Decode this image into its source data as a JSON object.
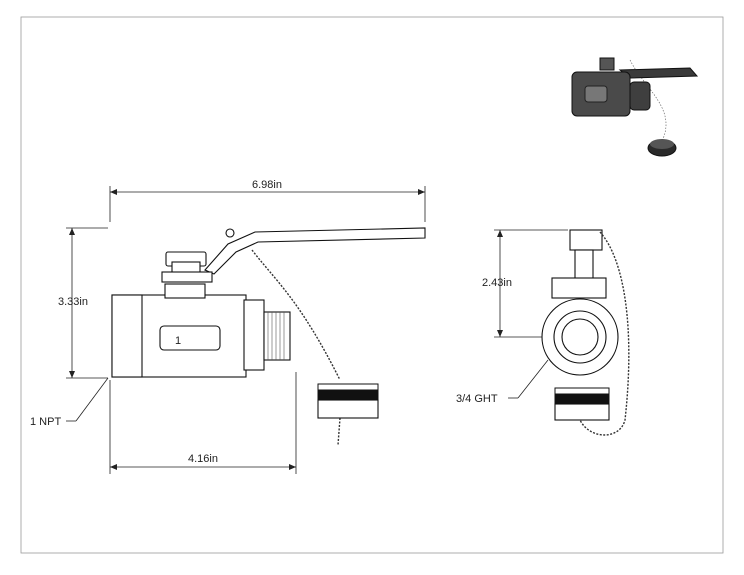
{
  "dimensions": {
    "overall_length": "6.98in",
    "height": "3.33in",
    "body_length": "4.16in",
    "side_height": "2.43in"
  },
  "callouts": {
    "inlet_thread": "1 NPT",
    "outlet_thread": "3/4 GHT",
    "body_label": "1"
  },
  "colors": {
    "line": "#222222",
    "cap": "#111111",
    "render_body": "#4a4a4a"
  }
}
